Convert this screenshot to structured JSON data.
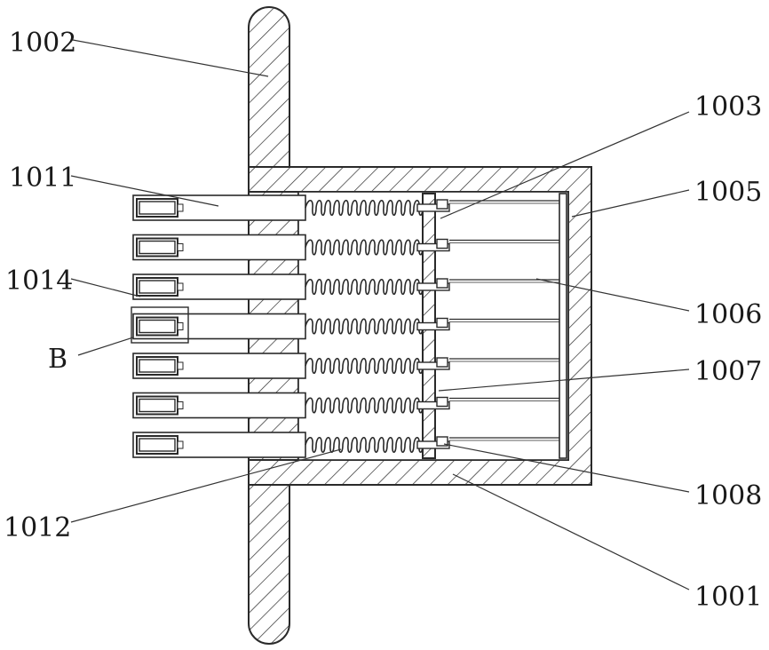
{
  "diagram": {
    "callouts": [
      {
        "id": "1002",
        "label": "1002"
      },
      {
        "id": "1003",
        "label": "1003"
      },
      {
        "id": "1011",
        "label": "1011"
      },
      {
        "id": "1005",
        "label": "1005"
      },
      {
        "id": "1014",
        "label": "1014"
      },
      {
        "id": "1006",
        "label": "1006"
      },
      {
        "id": "B",
        "label": "B"
      },
      {
        "id": "1007",
        "label": "1007"
      },
      {
        "id": "1008",
        "label": "1008"
      },
      {
        "id": "1012",
        "label": "1012"
      },
      {
        "id": "1001",
        "label": "1001"
      }
    ],
    "stroke_color": "#2a2a2a",
    "background_color": "#ffffff",
    "row_count": 7
  }
}
